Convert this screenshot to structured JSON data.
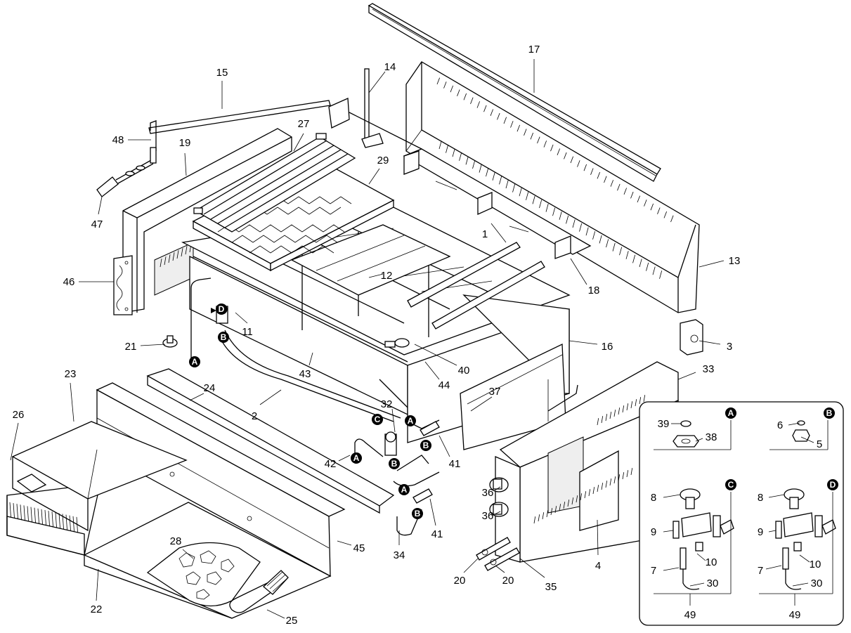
{
  "callouts": [
    "1",
    "2",
    "3",
    "4",
    "5",
    "6",
    "7",
    "8",
    "9",
    "10",
    "11",
    "12",
    "13",
    "14",
    "15",
    "16",
    "17",
    "18",
    "19",
    "20",
    "20",
    "21",
    "22",
    "23",
    "24",
    "25",
    "26",
    "27",
    "28",
    "29",
    "30",
    "30",
    "32",
    "33",
    "34",
    "35",
    "36",
    "36",
    "37",
    "38",
    "39",
    "40",
    "41",
    "41",
    "42",
    "43",
    "44",
    "45",
    "46",
    "47",
    "48",
    "49",
    "49",
    "7",
    "8",
    "9",
    "10"
  ],
  "badges": [
    "A",
    "B",
    "C",
    "D",
    "A",
    "B",
    "C",
    "D",
    "A",
    "B",
    "A",
    "B",
    "A",
    "B",
    "A",
    "B"
  ]
}
